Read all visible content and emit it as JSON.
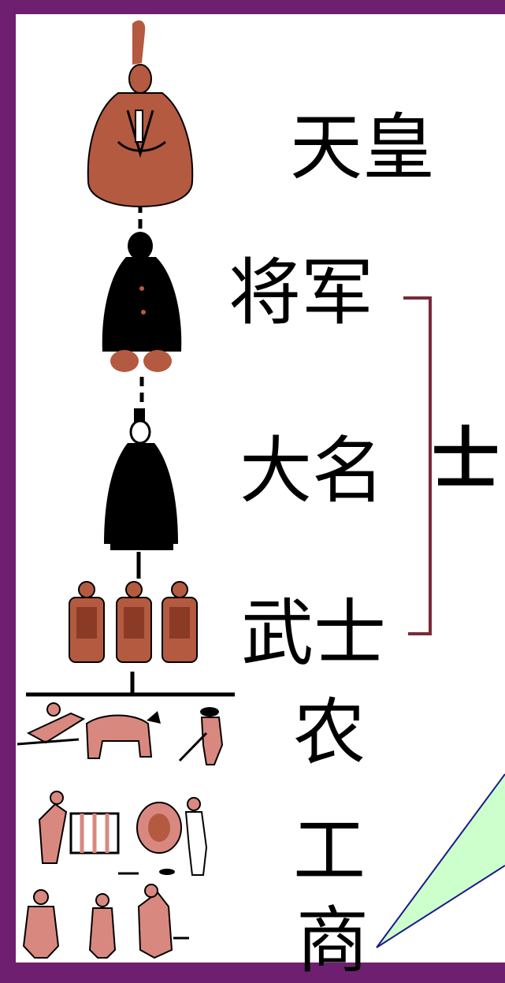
{
  "hierarchy": [
    {
      "id": "emperor",
      "label": "天皇",
      "figure": "seated-emperor-icon"
    },
    {
      "id": "shogun",
      "label": "将军",
      "figure": "shogun-figure-icon"
    },
    {
      "id": "daimyo",
      "label": "大名",
      "figure": "daimyo-figure-icon"
    },
    {
      "id": "samurai",
      "label": "武士",
      "figure": "samurai-group-icon"
    },
    {
      "id": "farmers",
      "label": "农",
      "figure": "farmers-plowing-icon"
    },
    {
      "id": "artisans",
      "label": "工",
      "figure": "artisans-working-icon"
    },
    {
      "id": "merchants",
      "label": "商",
      "figure": "merchants-trading-icon"
    }
  ],
  "bracket_group": {
    "label": "士",
    "members": [
      "将军",
      "大名",
      "武士"
    ]
  },
  "colors": {
    "frame": "#6f1f6f",
    "background": "#ffffff",
    "terracotta": "#b45a40",
    "pink": "#d98880",
    "black": "#000000",
    "bracket": "#7a2a3a",
    "callout_fill": "#ccffcc",
    "callout_stroke": "#1a1a8a"
  }
}
